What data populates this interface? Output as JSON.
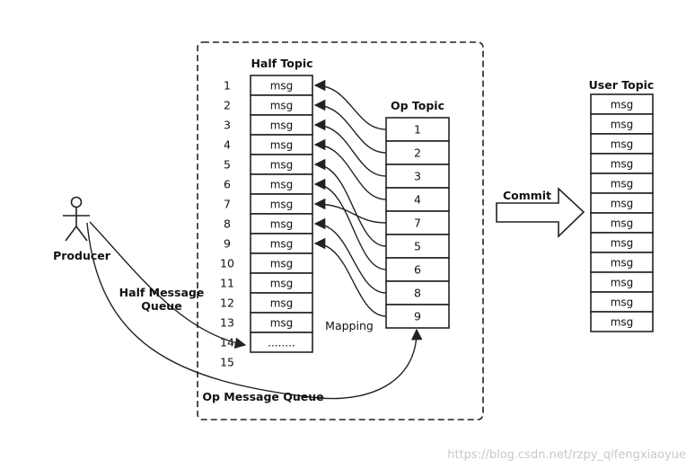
{
  "half_topic": {
    "title": "Half Topic",
    "row_numbers": [
      "1",
      "2",
      "3",
      "4",
      "5",
      "6",
      "7",
      "8",
      "9",
      "10",
      "11",
      "12",
      "13",
      "14",
      "15"
    ],
    "cells": [
      "msg",
      "msg",
      "msg",
      "msg",
      "msg",
      "msg",
      "msg",
      "msg",
      "msg",
      "msg",
      "msg",
      "msg",
      "msg",
      "........"
    ]
  },
  "op_topic": {
    "title": "Op Topic",
    "cells": [
      "1",
      "2",
      "3",
      "4",
      "7",
      "5",
      "6",
      "8",
      "9"
    ]
  },
  "user_topic": {
    "title": "User Topic",
    "cells": [
      "msg",
      "msg",
      "msg",
      "msg",
      "msg",
      "msg",
      "msg",
      "msg",
      "msg",
      "msg",
      "msg",
      "msg"
    ]
  },
  "labels": {
    "producer": "Producer",
    "half_message_queue_line1": "Half Message",
    "half_message_queue_line2": "Queue",
    "op_message_queue": "Op Message Queue",
    "mapping": "Mapping",
    "commit": "Commit",
    "watermark": "https://blog.csdn.net/rzpy_qifengxiaoyue"
  },
  "mapping_pairs": [
    [
      1,
      1
    ],
    [
      2,
      2
    ],
    [
      3,
      3
    ],
    [
      4,
      4
    ],
    [
      5,
      7
    ],
    [
      6,
      5
    ],
    [
      7,
      6
    ],
    [
      8,
      8
    ],
    [
      9,
      9
    ]
  ]
}
